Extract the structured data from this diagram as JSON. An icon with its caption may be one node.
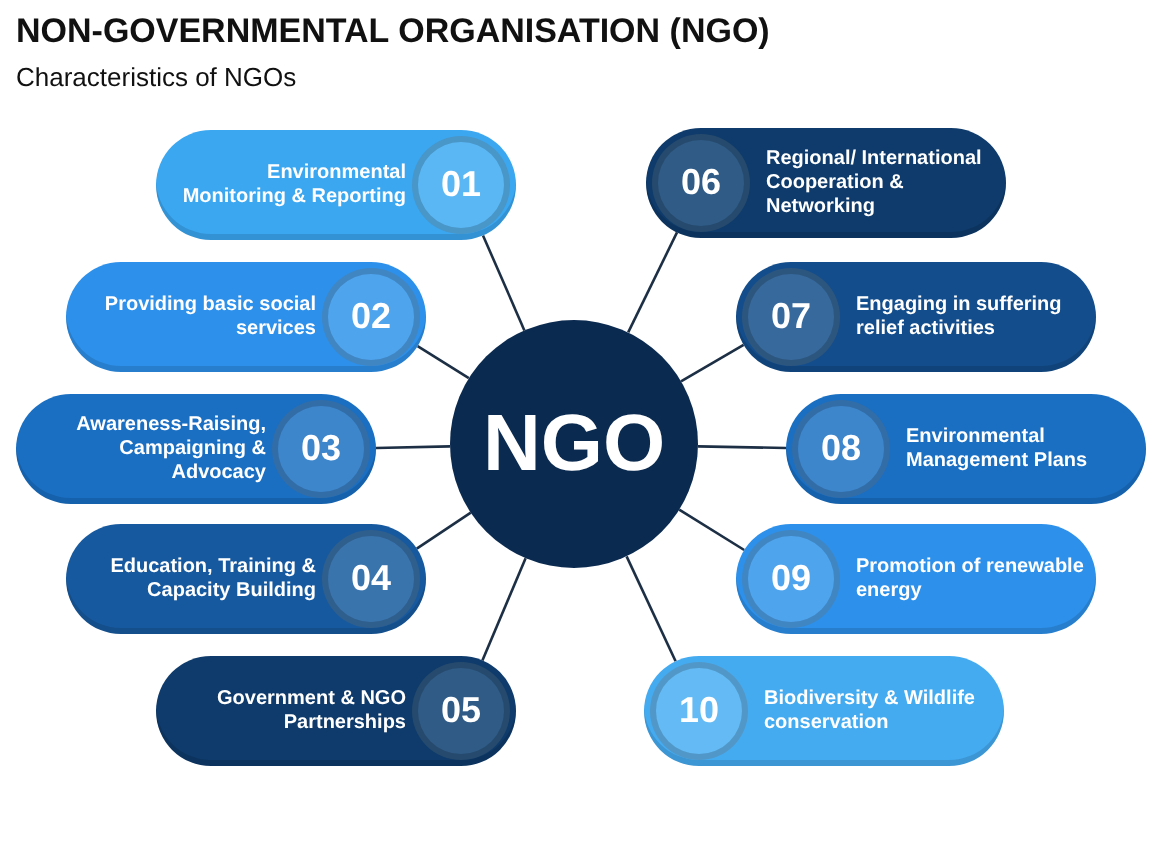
{
  "diagram": {
    "title": "NON-GOVERNMENTAL ORGANISATION (NGO)",
    "nodes": [
      {
        "text": [
          "NGO"
        ]
      },
      {
        "text": [
          "Environmental Monitoring & Reporting",
          "01"
        ]
      },
      {
        "text": [
          "Providing basic social services",
          "02"
        ]
      },
      {
        "text": [
          "Awareness-Raising, Campaigning & Advocacy",
          "03"
        ]
      },
      {
        "text": [
          "Education, Training & Capacity Building",
          "04"
        ]
      },
      {
        "text": [
          "Government & NGO Partnerships",
          "05"
        ]
      },
      {
        "text": [
          "06",
          "Regional/ International Cooperation & Networking"
        ]
      },
      {
        "text": [
          "07",
          "Engaging in suffering relief activities"
        ]
      },
      {
        "text": [
          "08",
          "Environmental Management Plans"
        ]
      },
      {
        "text": [
          "09",
          "Promotion of renewable energy"
        ]
      },
      {
        "text": [
          "10",
          "Biodiversity & Wildlife conservation"
        ]
      }
    ],
    "edges": [
      {
        "from": 0,
        "to": 1,
        "arrow": "none"
      },
      {
        "from": 0,
        "to": 2,
        "arrow": "none"
      },
      {
        "from": 0,
        "to": 3,
        "arrow": "none"
      },
      {
        "from": 0,
        "to": 4,
        "arrow": "none"
      },
      {
        "from": 0,
        "to": 5,
        "arrow": "none"
      },
      {
        "from": 0,
        "to": 6,
        "arrow": "none"
      },
      {
        "from": 0,
        "to": 7,
        "arrow": "none"
      },
      {
        "from": 0,
        "to": 8,
        "arrow": "none"
      },
      {
        "from": 0,
        "to": 9,
        "arrow": "none"
      },
      {
        "from": 0,
        "to": 10,
        "arrow": "none"
      }
    ],
    "labels": [
      "Characteristics of NGOs"
    ]
  }
}
